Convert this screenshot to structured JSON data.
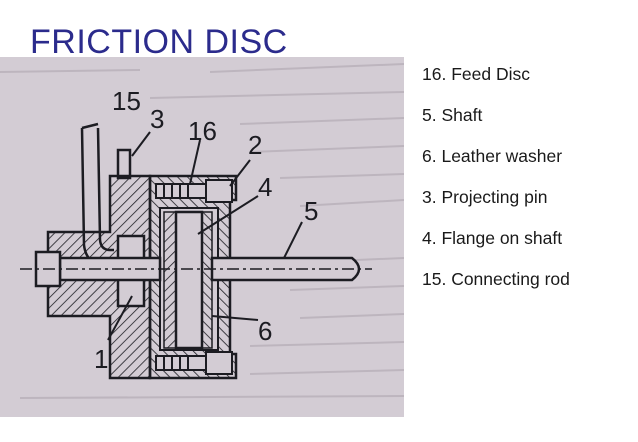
{
  "title": "FRICTION DISC",
  "diagram_labels": {
    "l15": "15",
    "l3": "3",
    "l16": "16",
    "l2": "2",
    "l4": "4",
    "l5": "5",
    "l1": "1",
    "l6": "6"
  },
  "legend": [
    "16. Feed Disc",
    "5. Shaft",
    "6. Leather washer",
    "3. Projecting pin",
    "4. Flange on shaft",
    "15. Connecting rod"
  ],
  "colors": {
    "title": "#2b2b8c",
    "paper": "#d3ccd4",
    "ink": "#1c1c22"
  }
}
